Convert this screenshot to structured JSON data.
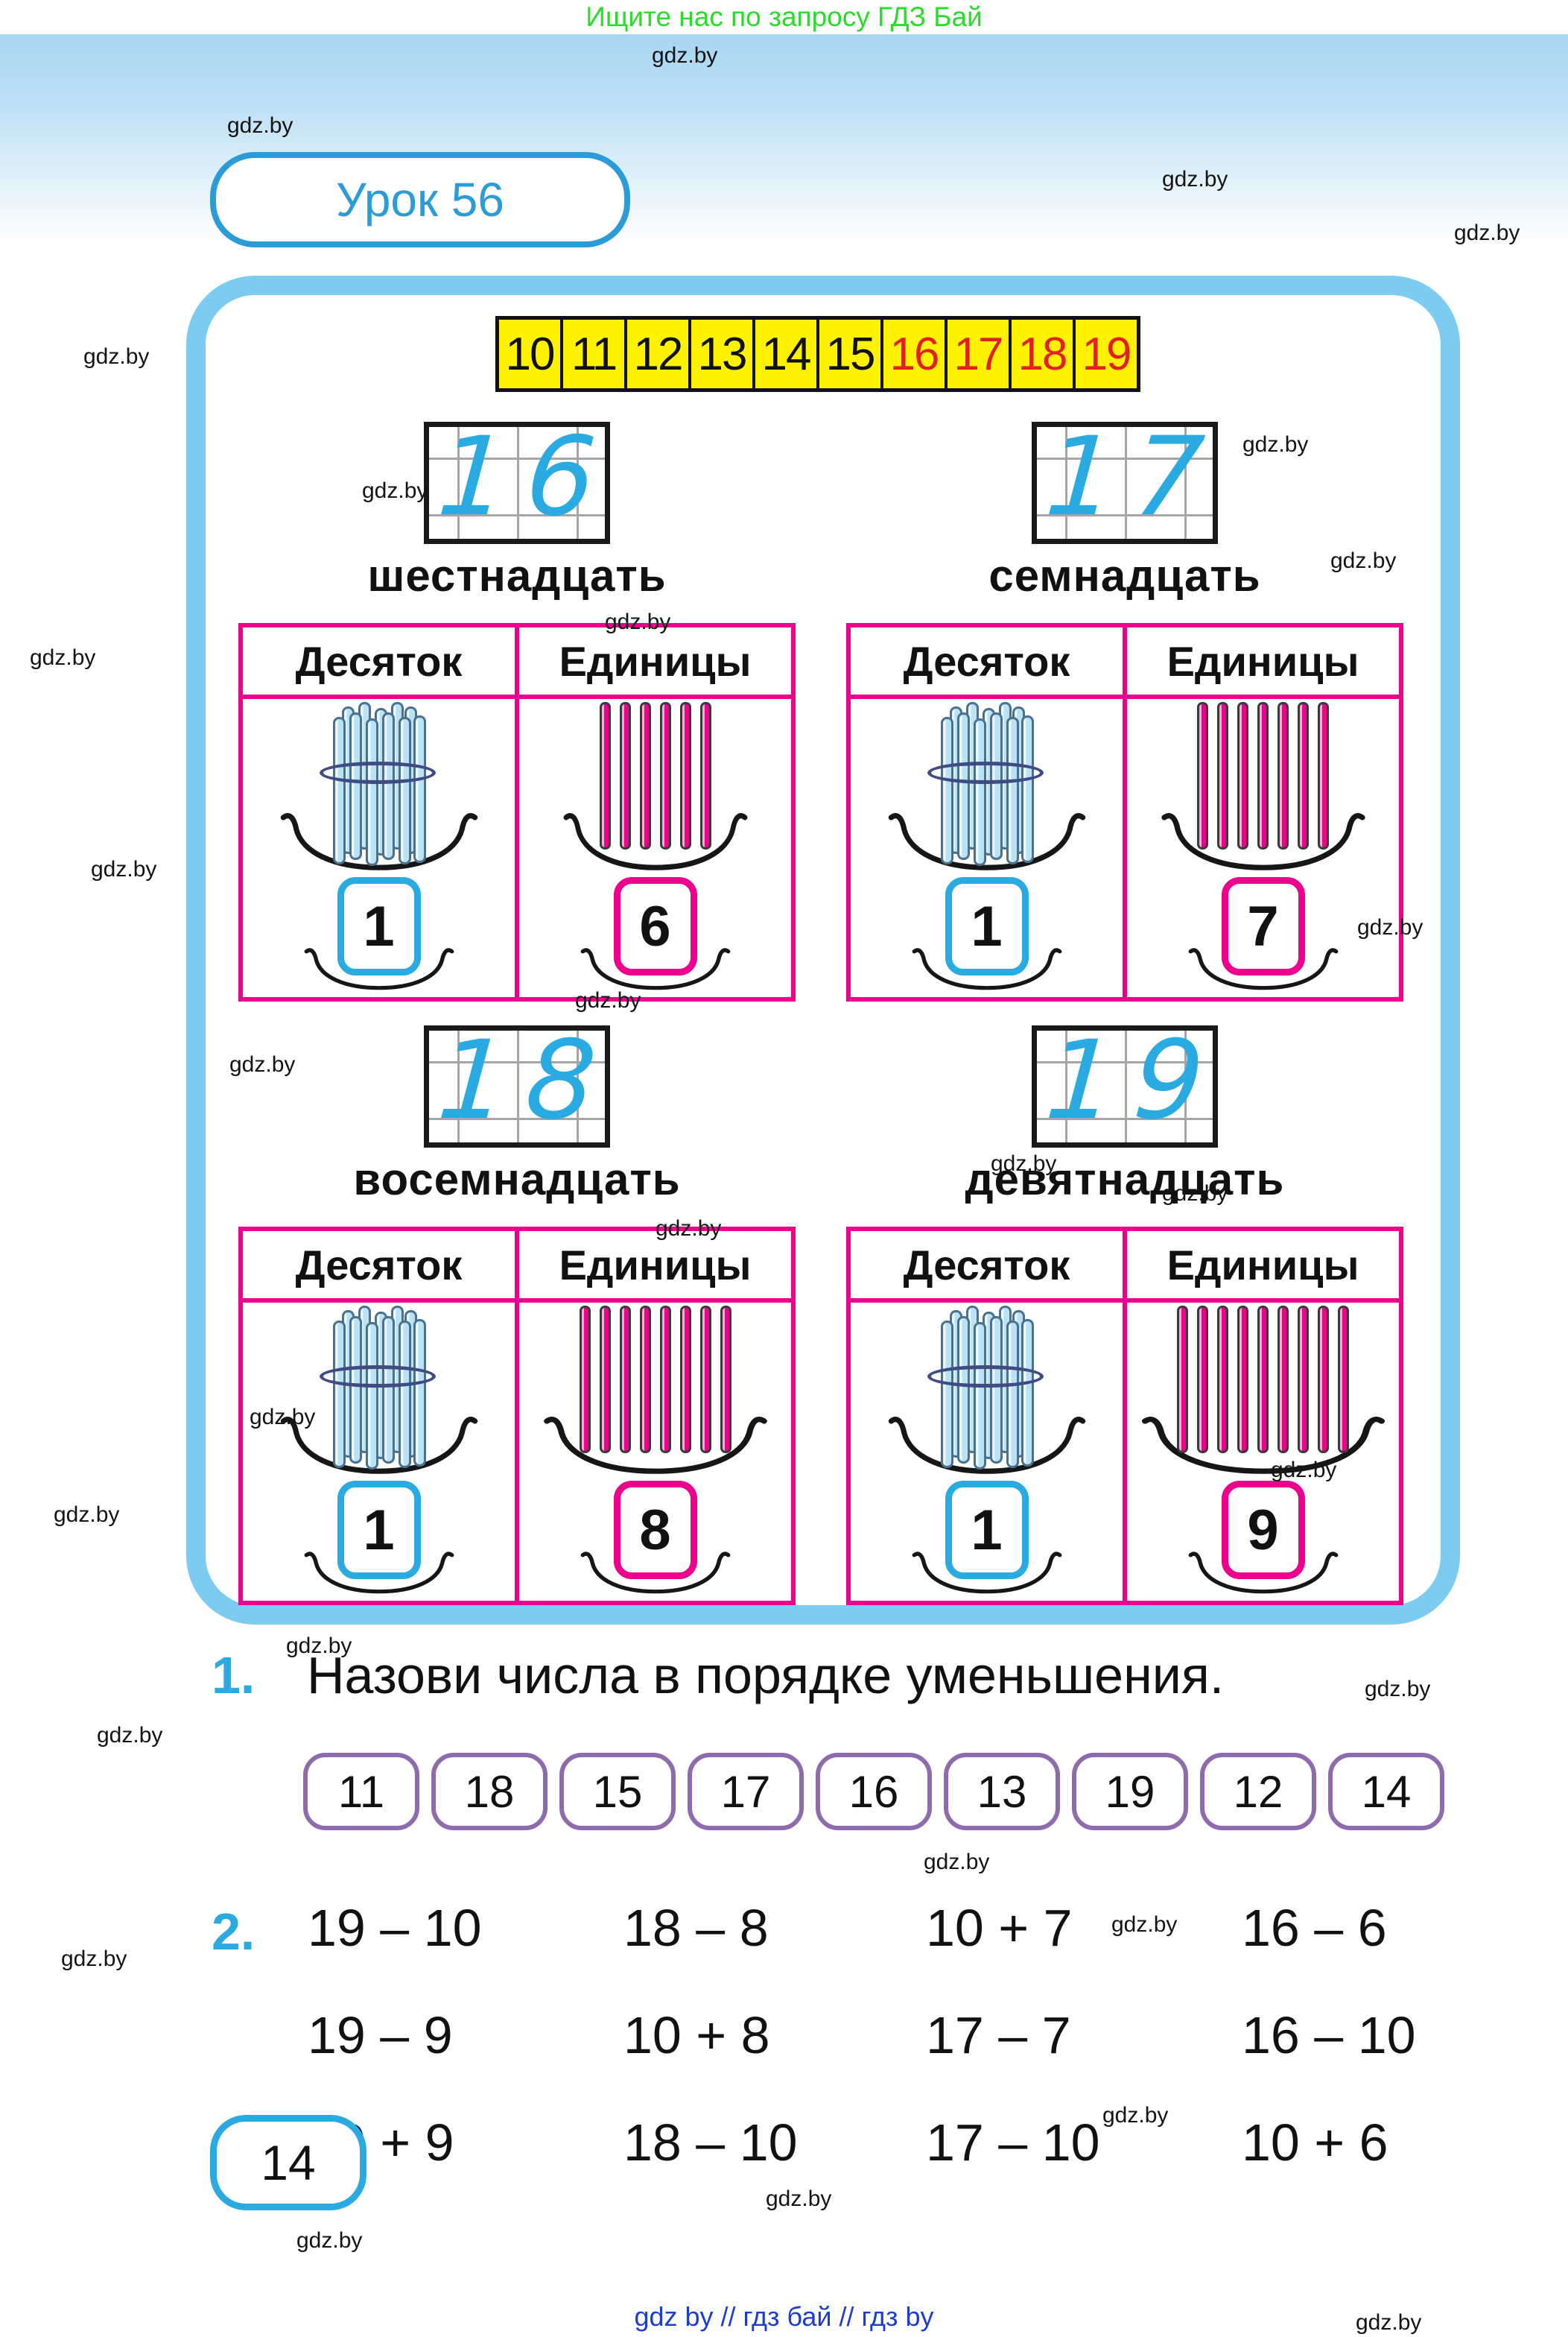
{
  "promo": "Ищите нас по запросу ГДЗ Бай",
  "watermark": "gdz.by",
  "header": {
    "lesson": "Урок 56"
  },
  "strip": {
    "numbers": [
      "10",
      "11",
      "12",
      "13",
      "14",
      "15",
      "16",
      "17",
      "18",
      "19"
    ],
    "red_count": 4
  },
  "labels": {
    "tens": "Десяток",
    "units": "Единицы"
  },
  "cards": [
    {
      "digits": [
        "1",
        "6"
      ],
      "word": "шестнадцать",
      "tens_digit": "1",
      "units_digit": "6",
      "units_count": 6
    },
    {
      "digits": [
        "1",
        "7"
      ],
      "word": "семнадцать",
      "tens_digit": "1",
      "units_digit": "7",
      "units_count": 7
    },
    {
      "digits": [
        "1",
        "8"
      ],
      "word": "восемнадцать",
      "tens_digit": "1",
      "units_digit": "8",
      "units_count": 8
    },
    {
      "digits": [
        "1",
        "9"
      ],
      "word": "девятнадцать",
      "tens_digit": "1",
      "units_digit": "9",
      "units_count": 9
    }
  ],
  "exercise1": {
    "number": "1.",
    "text": "Назови числа в порядке уменьшения.",
    "chips": [
      "11",
      "18",
      "15",
      "17",
      "16",
      "13",
      "19",
      "12",
      "14"
    ]
  },
  "exercise2": {
    "number": "2.",
    "columns": [
      [
        "19 – 10",
        "19 – 9",
        "10 + 9"
      ],
      [
        "18 – 8",
        "10 + 8",
        "18 – 10"
      ],
      [
        "10 + 7",
        "17 – 7",
        "17 – 10"
      ],
      [
        "16 – 6",
        "16 – 10",
        "10 + 6"
      ]
    ]
  },
  "page_number": "14",
  "footer": "gdz by  //  гдз бай  //  гдз by",
  "colors": {
    "pink": "#EC008C",
    "cyan": "#29ABE2",
    "boxblue": "#7CCCF1",
    "lessonblue": "#2B9CD8",
    "yellow": "#FFF200",
    "red": "#E31F26",
    "purple": "#8E6BAD",
    "green": "#2BDB2B",
    "footerblue": "#1D3ECC"
  }
}
